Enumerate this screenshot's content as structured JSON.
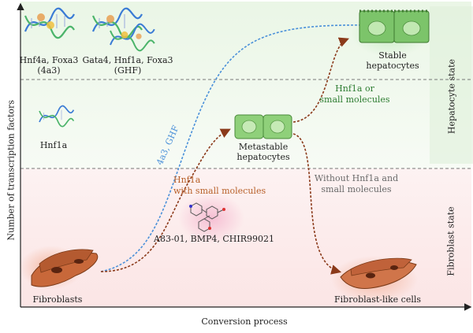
{
  "axes": {
    "y_label": "Number of transcription factors",
    "x_label": "Conversion process",
    "state_top": "Hepatocyte state",
    "state_bottom": "Fibroblast state"
  },
  "factors": {
    "set1": {
      "line1": "Hnf4a, Foxa3",
      "line2": "(4a3)"
    },
    "set2": {
      "line1": "Gata4, Hnf1a, Foxa3",
      "line2": "(GHF)"
    },
    "single": "Hnf1a"
  },
  "path_labels": {
    "direct": "4a3, GHF",
    "small_mol_1": "Hnf1a",
    "small_mol_2": "with small molecules",
    "compounds": "A83-01, BMP4, CHIR99021",
    "stabilize_1": "Hnf1a or",
    "stabilize_2": "small molecules",
    "revert_1": "Without Hnf1a and",
    "revert_2": "small molecules"
  },
  "cells": {
    "start": "Fibroblasts",
    "metastable_1": "Metastable",
    "metastable_2": "hepatocytes",
    "stable_1": "Stable",
    "stable_2": "hepatocytes",
    "end": "Fibroblast-like cells"
  },
  "colors": {
    "direct_arrow": "#4a90d9",
    "brown_arrow": "#8b3a1a",
    "hepatocyte_green": "#7cc46a",
    "fibroblast_orange": "#c8683a"
  }
}
